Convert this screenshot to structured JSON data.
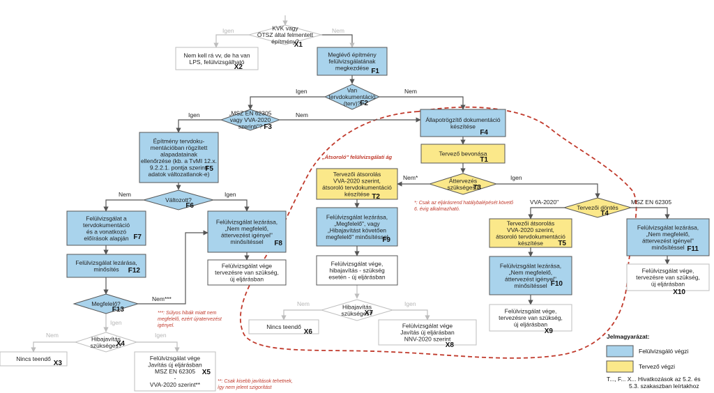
{
  "colors": {
    "reviewer": "#a9d3ec",
    "designer": "#fbe88a",
    "border": "#555555",
    "gray": "#bdbdbd",
    "redDash": "#c0392b"
  },
  "nodes": {
    "X1": {
      "text": [
        "KVK vagy",
        "ÖTSZ által felmentett",
        "építmény?"
      ],
      "code": "X1"
    },
    "X2": {
      "text": [
        "Nem kell rá vv, de ha van",
        "LPS, felülvizsgálható"
      ],
      "code": "X2"
    },
    "F1": {
      "text": [
        "Meglévő építmény",
        "felülvizsgálatának",
        "megkezdése"
      ],
      "code": "F1"
    },
    "F2": {
      "text": [
        "Van",
        "tervdokumentáció",
        "(terv)?"
      ],
      "code": "F2"
    },
    "F3": {
      "text": [
        "„MSZ EN 62305",
        "vagy VVA-2020",
        "szerinti\"?"
      ],
      "code": "F3"
    },
    "F4": {
      "text": [
        "Állapotrögzítő dokumentáció",
        "készítése"
      ],
      "code": "F4"
    },
    "F5": {
      "text": [
        "Építmény tervdoku-",
        "mentációban rögzített",
        "alapadatainak",
        "ellenőrzése (kb. a TvMI 12.x.",
        "9.2.2.1. pontja szerinti",
        "adatok változatlanok-e)"
      ],
      "code": "F5"
    },
    "T1": {
      "text": [
        "Tervező bevonása"
      ],
      "code": "T1"
    },
    "T2": {
      "text": [
        "Tervezői átsorolás",
        "VVA-2020 szerint,",
        "átsoroló tervdokumentáció",
        "készítése"
      ],
      "code": "T2"
    },
    "T3": {
      "text": [
        "Áttervezés",
        "szükséges?"
      ],
      "code": "T3"
    },
    "T4": {
      "text": [
        "Tervezői döntés"
      ],
      "code": "T4"
    },
    "F6": {
      "text": [
        "Változott?"
      ],
      "code": "F6"
    },
    "F7": {
      "text": [
        "Felülvizsgálat a",
        "tervdokumentáció",
        "és a vonatkozó",
        "előírások alapján"
      ],
      "code": "F7"
    },
    "F8": {
      "text": [
        "Felülvizsgálat lezárása,",
        "„Nem megfelelő,",
        "áttervezést igényel\"",
        "minősítéssel"
      ],
      "code": "F8"
    },
    "F9": {
      "text": [
        "Felülvizsgálat lezárása,",
        "„Megfelelő\", vagy",
        "„Hibajavítást követően",
        "megfelelő\" minősítéssel"
      ],
      "code": "F9"
    },
    "T5": {
      "text": [
        "Tervezői átsorolás",
        "VVA-2020 szerint,",
        "átsoroló tervdokumentáció",
        "készítése"
      ],
      "code": "T5"
    },
    "F11": {
      "text": [
        "Felülvizsgálat lezárása,",
        "„Nem megfelelő,",
        "áttervezést igényel\"",
        "minősítéssel"
      ],
      "code": "F11"
    },
    "F12": {
      "text": [
        "Felülvizsgálat lezárása,",
        "minősítés"
      ],
      "code": "F12"
    },
    "E1": {
      "text": [
        "Felülvizsgálat vége",
        "tervezésre van szükség,",
        "új eljárásban"
      ]
    },
    "E2": {
      "text": [
        "Felülvizsgálat vége,",
        "hibajavítás - szükség",
        "esetén - új eljárásban"
      ]
    },
    "F10": {
      "text": [
        "Felülvizsgálat lezárása,",
        "„Nem megfelelő,",
        "áttervezést igényel\"",
        "minősítéssel"
      ],
      "code": "F10"
    },
    "X10": {
      "text": [
        "Felülvizsgálat vége,",
        "tervezésre van szükség,",
        "új eljárásban"
      ],
      "code": "X10"
    },
    "F13": {
      "text": [
        "Megfelelő?"
      ],
      "code": "F13"
    },
    "X7": {
      "text": [
        "Hibajavítás",
        "szükséges?"
      ],
      "code": "X7"
    },
    "X6": {
      "text": [
        "Nincs teendő"
      ],
      "code": "X6"
    },
    "X8": {
      "text": [
        "Felülvizsgálat vége",
        "Javítás új eljárásban",
        "NNV-2020 szerint"
      ],
      "code": "X8"
    },
    "X9": {
      "text": [
        "Felülvizsgálat vége,",
        "tervezésre van szükség,",
        "új eljárásban"
      ],
      "code": "X9"
    },
    "X4": {
      "text": [
        "Hibajavítás",
        "szükséges?"
      ],
      "code": "X4"
    },
    "X3": {
      "text": [
        "Nincs teendő"
      ],
      "code": "X3"
    },
    "X5": {
      "text": [
        "Felülvizsgálat vége",
        "Javítás új eljárásban",
        "MSZ EN 62305",
        "-",
        "VVA-2020 szerint**"
      ],
      "code": "X5"
    }
  },
  "labels": {
    "igen": "Igen",
    "nem": "Nem",
    "nem_star": "Nem*",
    "nem_3star": "Nem***",
    "vva": "VVA-2020\"",
    "msz": "MSZ EN 62305"
  },
  "notes": {
    "region": "„Átsoroló\" felülvizsgálati ág",
    "star1": [
      "*: Csak az eljárásrend hatálybalépését követő",
      "6. évig alkalmazható."
    ],
    "star3": [
      "***: Súlyos hibák miatt nem",
      "megfelelő, ezért újratervezést",
      "igényel."
    ],
    "star2": [
      "**: Csak kisebb javítások tehetnek,",
      "így nem jelent szigorítást"
    ]
  },
  "legend": {
    "title": "Jelmagyarázat:",
    "reviewer": "Felülvizsgáló végzi",
    "designer": "Tervező végzi",
    "refs": [
      "T..., F... X... Hivatkozások az 5.2. és",
      "5.3. szakaszban leírtakhoz"
    ]
  }
}
